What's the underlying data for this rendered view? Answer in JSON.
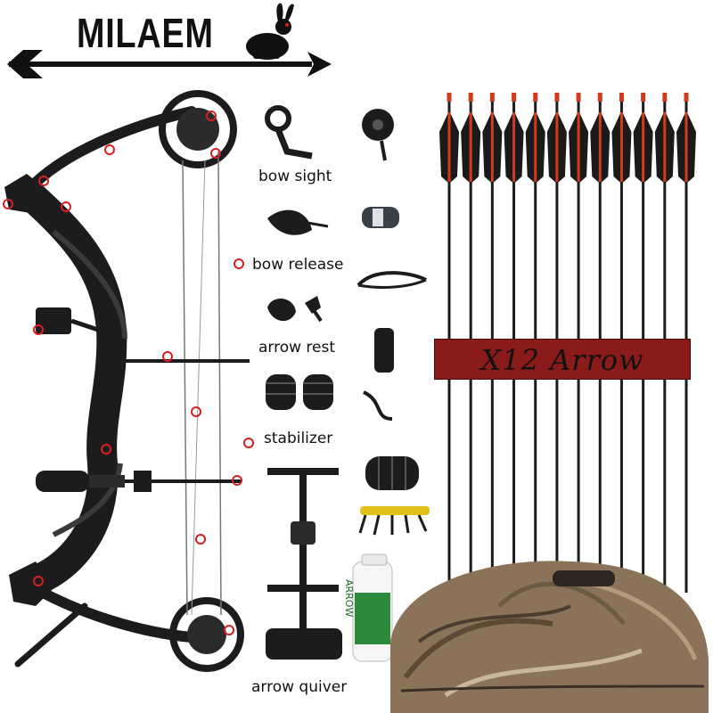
{
  "brand": {
    "name": "MILAEM",
    "logo_icon": "rabbit-icon",
    "arrow_icon": "arrow-icon"
  },
  "labels": {
    "bow_sight": "bow sight",
    "bow_release": "bow release",
    "arrow_rest": "arrow rest",
    "stabilizer": "stabilizer",
    "arrow_quiver": "arrow quiver"
  },
  "banner": {
    "text": "X12 Arrow",
    "color": "#8b1a1a"
  },
  "lube": {
    "text": "ARROW"
  },
  "arrows": {
    "count": 12,
    "fletch_color": "#1a1a1a",
    "accent_color": "#d23a1c"
  },
  "colors": {
    "bow": "#1c1c1e",
    "marker": "#d81e1e",
    "camo": "#8a7358"
  }
}
